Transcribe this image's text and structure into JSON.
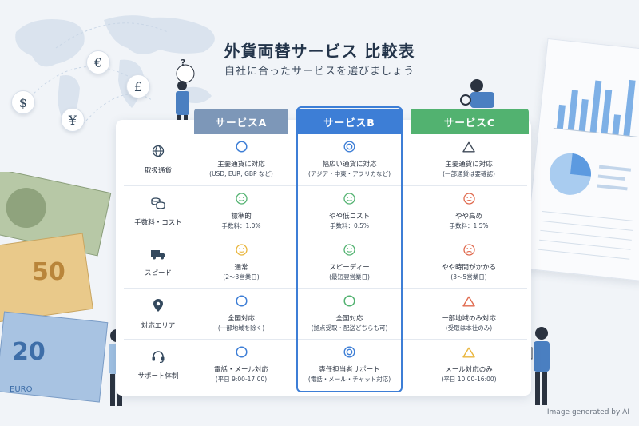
{
  "title": "外貨両替サービス 比較表",
  "subtitle": "自社に合ったサービスを選びましょう",
  "currency_coins": [
    "€",
    "£",
    "$",
    "¥"
  ],
  "question_bubble": "?",
  "columns": [
    {
      "label": "サービスA",
      "color": "#7d97b8"
    },
    {
      "label": "サービスB",
      "color": "#3d7ed6"
    },
    {
      "label": "サービスC",
      "color": "#52b270"
    }
  ],
  "rows": [
    {
      "label": "取扱通貨",
      "icon": "globe-icon",
      "a": {
        "symbol": "circle",
        "main": "主要通貨に対応",
        "sub": "(USD, EUR, GBP など)"
      },
      "b": {
        "symbol": "double-circle",
        "main": "幅広い通貨に対応",
        "sub": "(アジア・中東・アフリカなど)"
      },
      "c": {
        "symbol": "triangle",
        "main": "主要通貨に対応",
        "sub": "(一部通貨は要確認)"
      }
    },
    {
      "label": "手数料・コスト",
      "icon": "coins-icon",
      "a": {
        "symbol": "smile-face",
        "main": "標準的",
        "sub": "手数料：1.0%"
      },
      "b": {
        "symbol": "smile-face",
        "main": "やや低コスト",
        "sub": "手数料：0.5%"
      },
      "c": {
        "symbol": "sad-face",
        "main": "やや高め",
        "sub": "手数料：1.5%"
      }
    },
    {
      "label": "スピード",
      "icon": "truck-icon",
      "a": {
        "symbol": "neutral-face",
        "main": "通常",
        "sub": "(2〜3営業日)"
      },
      "b": {
        "symbol": "smile-face",
        "main": "スピーディー",
        "sub": "(最短翌営業日)"
      },
      "c": {
        "symbol": "sad-face",
        "main": "やや時間がかかる",
        "sub": "(3〜5営業日)"
      }
    },
    {
      "label": "対応エリア",
      "icon": "map-pin-icon",
      "a": {
        "symbol": "circle",
        "main": "全国対応",
        "sub": "(一部地域を除く)"
      },
      "b": {
        "symbol": "circle",
        "main": "全国対応",
        "sub": "(拠点受取・配送どちらも可)"
      },
      "c": {
        "symbol": "triangle",
        "main": "一部地域のみ対応",
        "sub": "(受取は本社のみ)"
      }
    },
    {
      "label": "サポート体制",
      "icon": "headset-icon",
      "a": {
        "symbol": "circle",
        "main": "電話・メール対応",
        "sub": "(平日 9:00-17:00)"
      },
      "b": {
        "symbol": "double-circle",
        "main": "専任担当者サポート",
        "sub": "(電話・メール・チャット対応)"
      },
      "c": {
        "symbol": "triangle",
        "main": "メール対応のみ",
        "sub": "(平日 10:00-16:00)"
      }
    }
  ],
  "banknotes": [
    "50",
    "20",
    "EURO"
  ],
  "credit": "Image generated by AI"
}
